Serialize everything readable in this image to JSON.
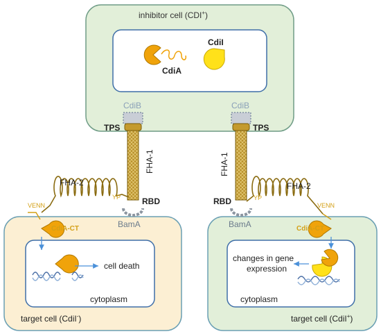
{
  "inhibitor": {
    "title": "inhibitor cell (CDI",
    "title_sup": "+",
    "title_end": ")",
    "cdiA": "CdiA",
    "cdiI": "CdiI",
    "cdiB_left": "CdiB",
    "cdiB_right": "CdiB"
  },
  "stalks": {
    "tps_left": "TPS",
    "tps_right": "TPS",
    "fha1_left": "FHA-1",
    "fha1_right": "FHA-1",
    "rbd_left": "RBD",
    "rbd_right": "RBD"
  },
  "left_target": {
    "fha2": "FHA-2",
    "venn": "VENN",
    "yp": "YP",
    "bama": "BamA",
    "cdia_ct": "CdiA-CT",
    "outcome": "cell death",
    "compartment": "cytoplasm",
    "title": "target cell (CdiI",
    "title_sup": "-",
    "title_end": ")"
  },
  "right_target": {
    "fha2": "FHA-2",
    "venn": "VENN",
    "yp": "YP",
    "bama": "BamA",
    "cdia_ct": "CdiA-CT",
    "outcome_line1": "changes in gene",
    "outcome_line2": "expression",
    "compartment": "cytoplasm",
    "title": "target cell (CdiI",
    "title_sup": "+",
    "title_end": ")"
  },
  "colors": {
    "inhibitor_fill": "#e2efd9",
    "inhibitor_stroke": "#6f9c86",
    "target_left_fill": "#fcefd3",
    "target_left_stroke": "#6a9fb3",
    "target_right_fill": "#e2efd9",
    "target_right_stroke": "#6a9fb3",
    "inner_stroke": "#3f6fa8",
    "toxin": "#f0a30a",
    "immunity": "#ffe11a",
    "stalk": "#b8902a",
    "coil": "#8a6b10",
    "arrow": "#4a90d9",
    "dna": "#4b6fa6",
    "label_yellow": "#d4a017",
    "cdib_text": "#8aa0b8"
  }
}
